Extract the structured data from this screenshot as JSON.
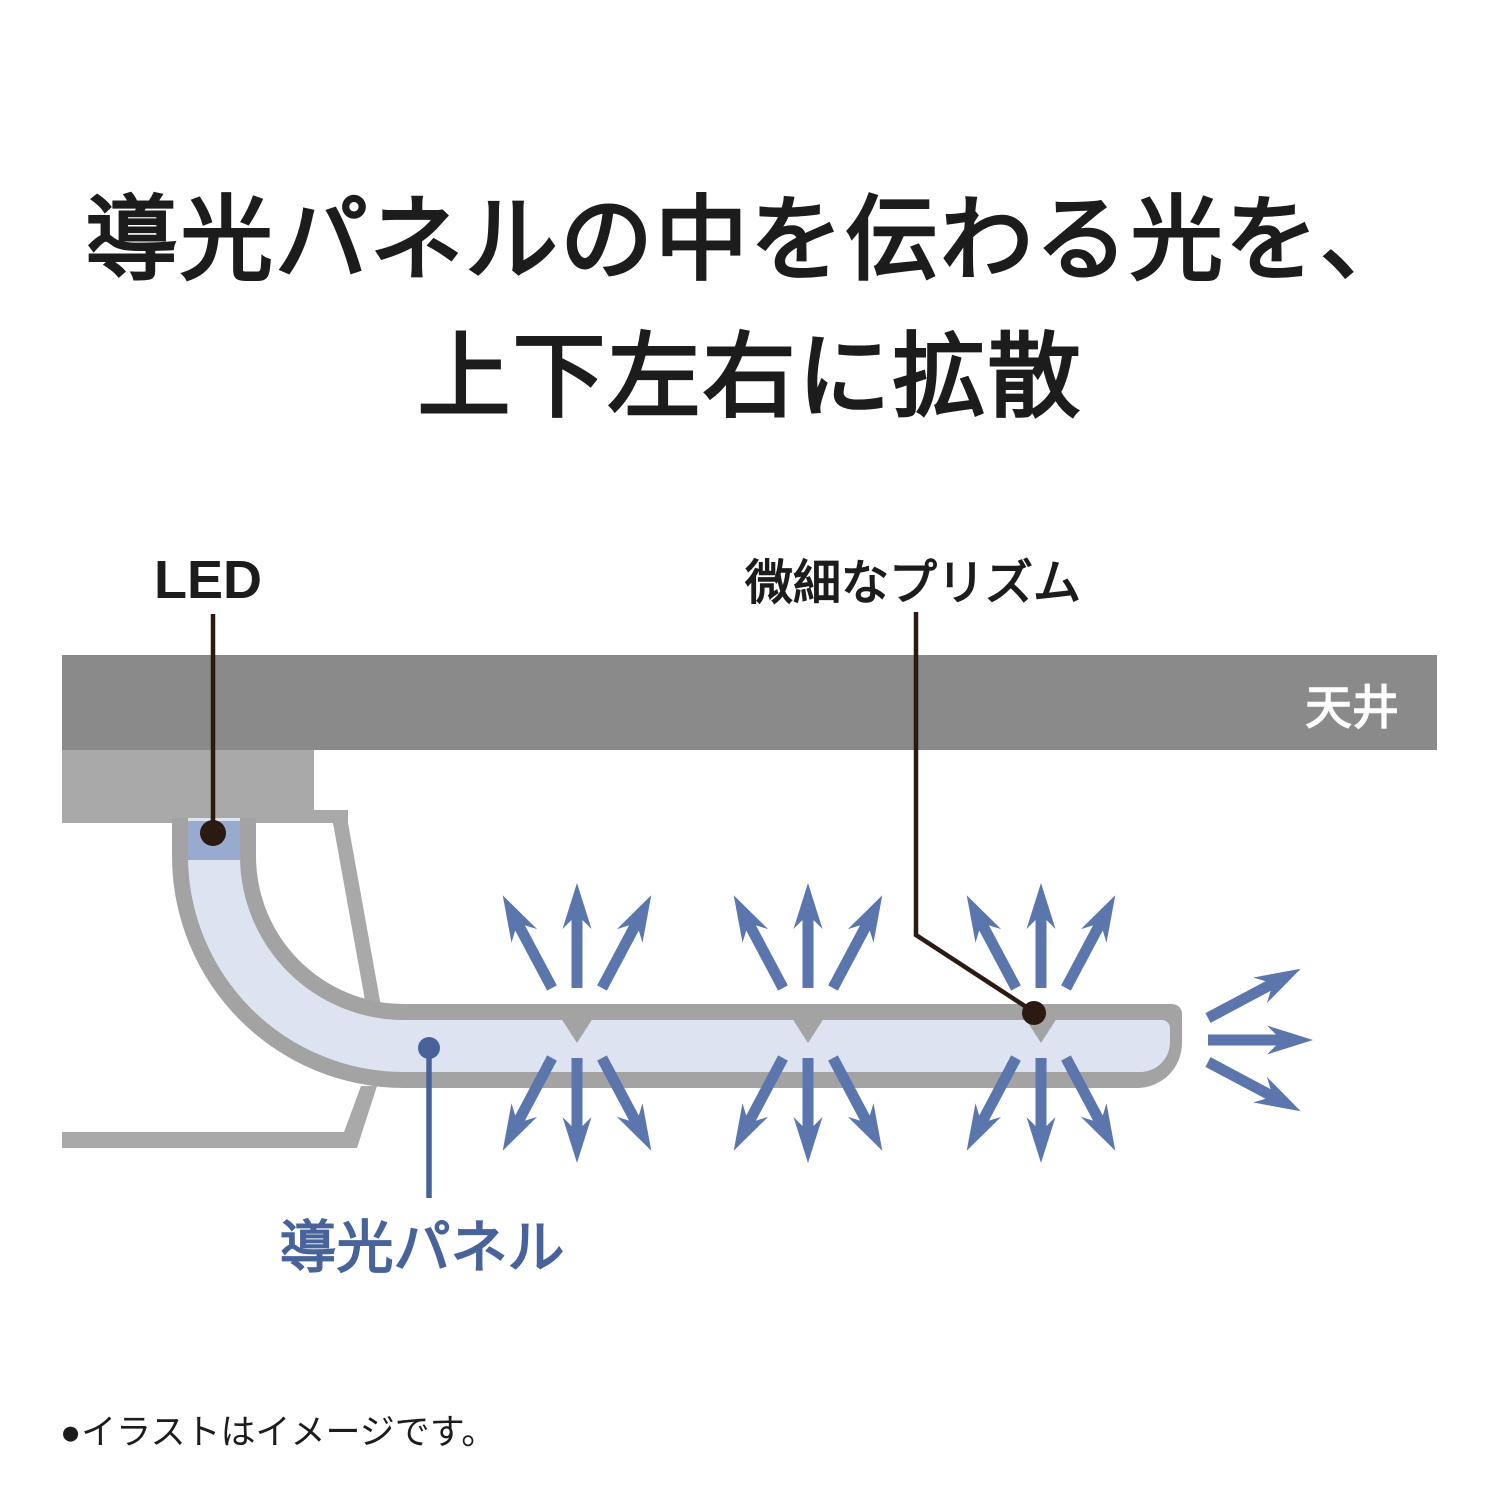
{
  "title": {
    "line1": "導光パネルの中を伝わる光を、",
    "line2": "上下左右に拡散"
  },
  "labels": {
    "led": "LED",
    "prism": "微細なプリズム",
    "ceiling": "天井",
    "panel": "導光パネル"
  },
  "footnote": "●イラストはイメージです。",
  "colors": {
    "ceiling_gray": "#8a8a8a",
    "housing_gray": "#a9a9a9",
    "panel_outline_gray": "#a3a3a3",
    "panel_fill": "#dde3f1",
    "led_blue": "#98abce",
    "arrow_blue": "#5a76ac",
    "panel_label_blue": "#47639a",
    "leader_dark": "#2b1a12",
    "text_black": "#1c1c1c",
    "ceiling_label_white": "#ffffff"
  }
}
